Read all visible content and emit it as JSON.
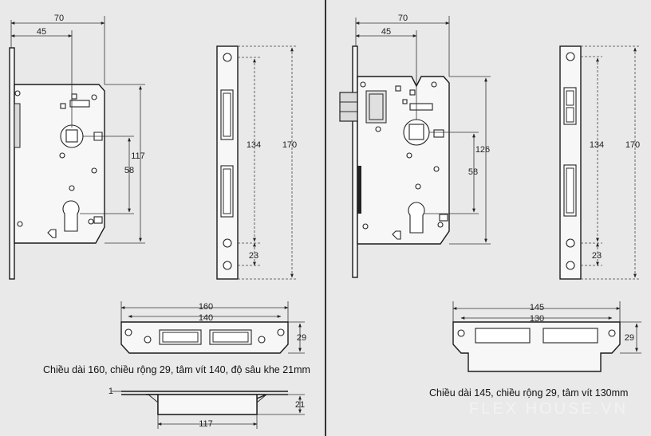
{
  "left": {
    "dims": {
      "w70": "70",
      "w45": "45",
      "h117": "117",
      "h58": "58",
      "h134": "134",
      "h170": "170",
      "h23": "23",
      "s160": "160",
      "s140": "140",
      "s29": "29",
      "s117": "117",
      "s21": "21",
      "s1": "1"
    },
    "caption": "Chiều dài 160, chiều rộng 29, tâm vít 140, độ sâu khe 21mm"
  },
  "right": {
    "dims": {
      "w70": "70",
      "w45": "45",
      "h126": "126",
      "h58": "58",
      "h134": "134",
      "h170": "170",
      "h23": "23",
      "s145": "145",
      "s130": "130",
      "s29": "29"
    },
    "caption": "Chiều dài 145, chiều rộng 29, tâm vít 130mm"
  },
  "watermark": "FLEX HOUSE.VN"
}
